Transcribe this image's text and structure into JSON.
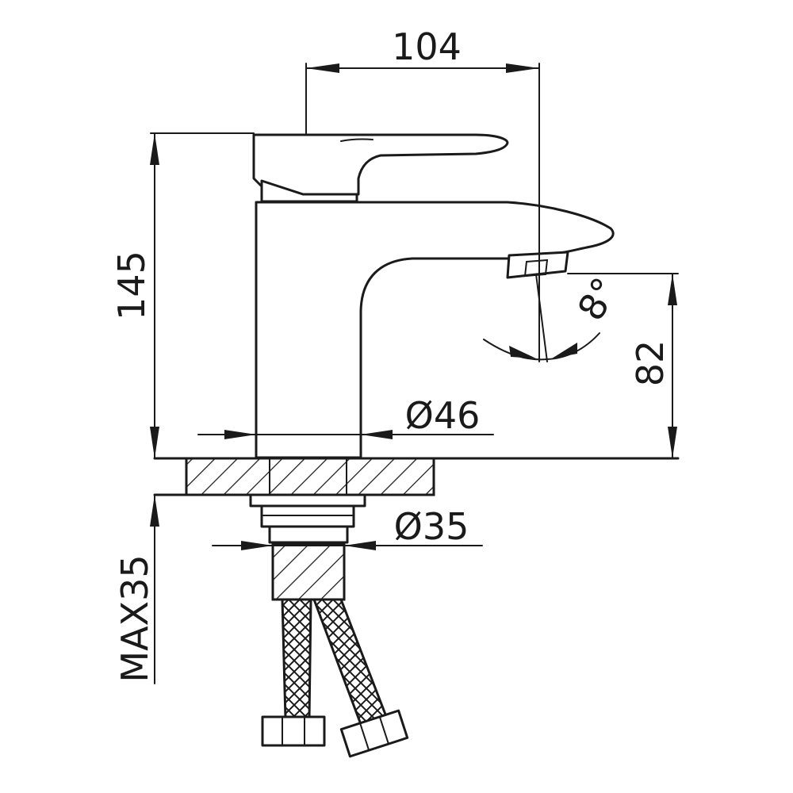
{
  "dimensions": {
    "width_top": "104",
    "height_total": "145",
    "spout_height": "82",
    "spout_angle": "8°",
    "body_diameter": "Ø46",
    "thread_diameter": "Ø35",
    "max_deck_thickness": "MAX35"
  },
  "colors": {
    "line": "#1a1a1a",
    "background": "#ffffff"
  }
}
